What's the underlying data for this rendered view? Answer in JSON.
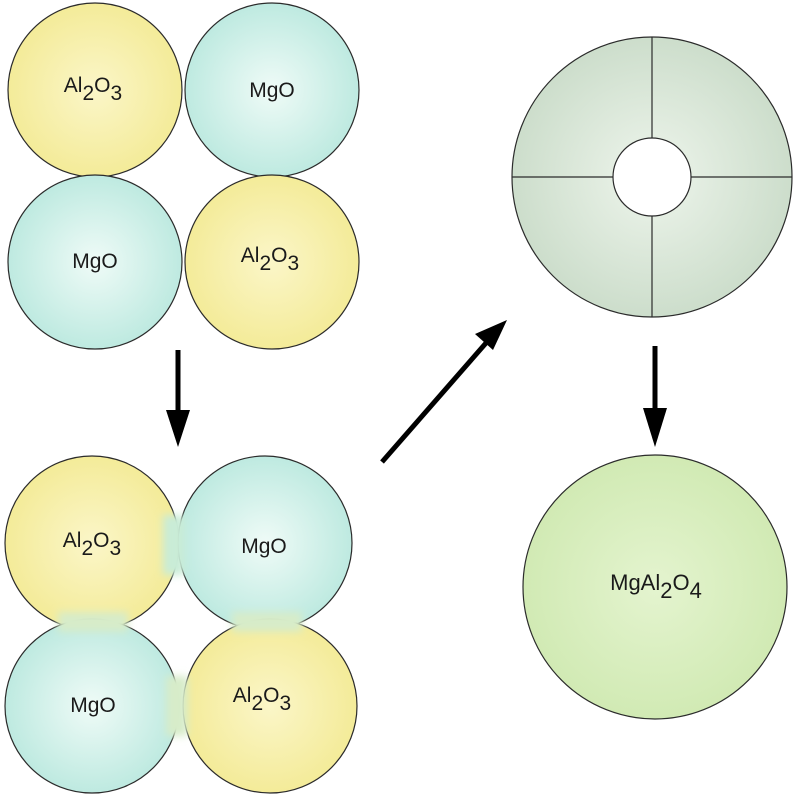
{
  "colors": {
    "alumina_fill": "#f3ea94",
    "alumina_center": "#fbf6c8",
    "magnesia_fill": "#b9e8de",
    "magnesia_center": "#effbf7",
    "spinel_fill": "#cfe9b1",
    "spinel_center": "#e4f4cf",
    "ring_fill": "#c9dbc8",
    "ring_center": "#eef5ec",
    "outline": "#2b2b2b",
    "arrow": "#000000"
  },
  "stage1": {
    "top_left": {
      "base": "Al",
      "sub1": "2",
      "mid": "O",
      "sub2": "3"
    },
    "top_right": "MgO",
    "bottom_left": "MgO",
    "bottom_right": {
      "base": "Al",
      "sub1": "2",
      "mid": "O",
      "sub2": "3"
    }
  },
  "stage2": {
    "top_left": {
      "base": "Al",
      "sub1": "2",
      "mid": "O",
      "sub2": "3"
    },
    "top_right": "MgO",
    "bottom_left": "MgO",
    "bottom_right": {
      "base": "Al",
      "sub1": "2",
      "mid": "O",
      "sub2": "3"
    }
  },
  "product": {
    "base": "MgAl",
    "sub1": "2",
    "mid": "O",
    "sub2": "4"
  },
  "arrows": [
    "stage1-to-stage2",
    "stage2-to-ring",
    "ring-to-product"
  ]
}
